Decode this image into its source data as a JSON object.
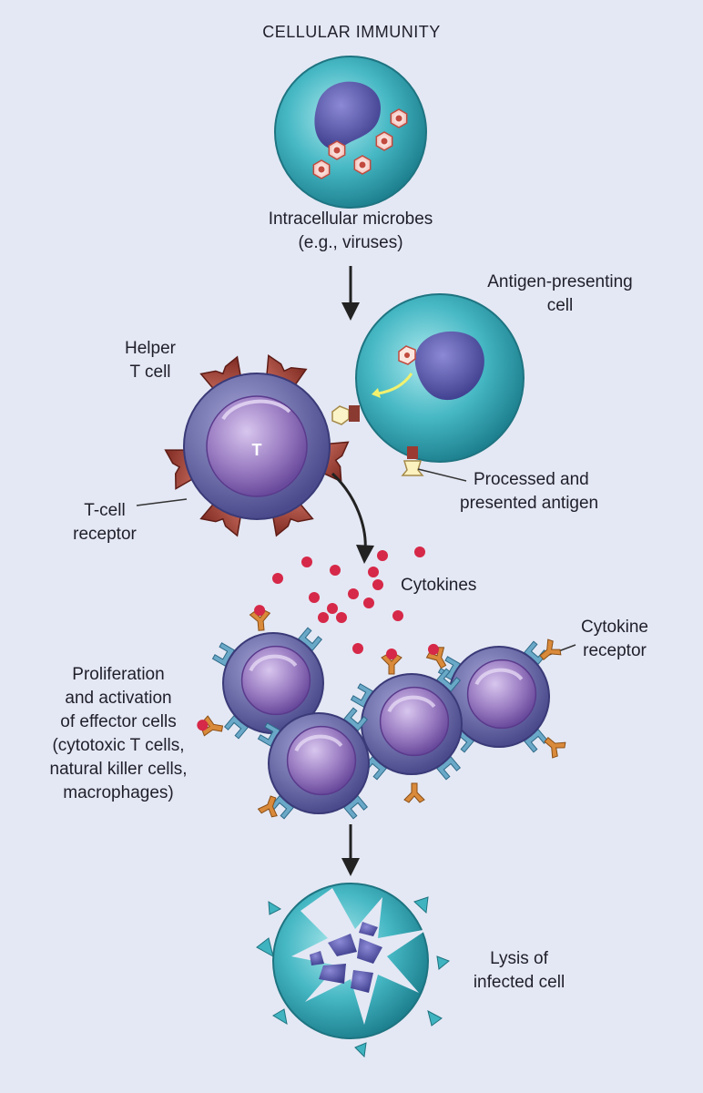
{
  "title": "CELLULAR IMMUNITY",
  "labels": {
    "microbes_line1": "Intracellular microbes",
    "microbes_line2": "(e.g., viruses)",
    "apc_line1": "Antigen-presenting",
    "apc_line2": "cell",
    "helper_line1": "Helper",
    "helper_line2": "T cell",
    "t_letter": "T",
    "tcr_line1": "T-cell",
    "tcr_line2": "receptor",
    "antigen_line1": "Processed and",
    "antigen_line2": "presented antigen",
    "cytokines": "Cytokines",
    "cyt_receptor_line1": "Cytokine",
    "cyt_receptor_line2": "receptor",
    "prolif_line1": "Proliferation",
    "prolif_line2": "and activation",
    "prolif_line3": "of effector cells",
    "prolif_line4": "(cytotoxic T cells,",
    "prolif_line5": "natural killer cells,",
    "prolif_line6": "macrophages)",
    "lysis_line1": "Lysis of",
    "lysis_line2": "infected cell"
  },
  "colors": {
    "background": "#e4e8f4",
    "cell_teal": "#3fb3bf",
    "nucleus_purple": "#5a5aa8",
    "lymphocyte_outer": "#6a6aa8",
    "lymphocyte_inner": "#9a7fbf",
    "tcr_red": "#9a3a30",
    "cytokine_red": "#d62848",
    "cytokine_receptor": "#d98a3a",
    "receptor_blue": "#5a9ab8"
  }
}
